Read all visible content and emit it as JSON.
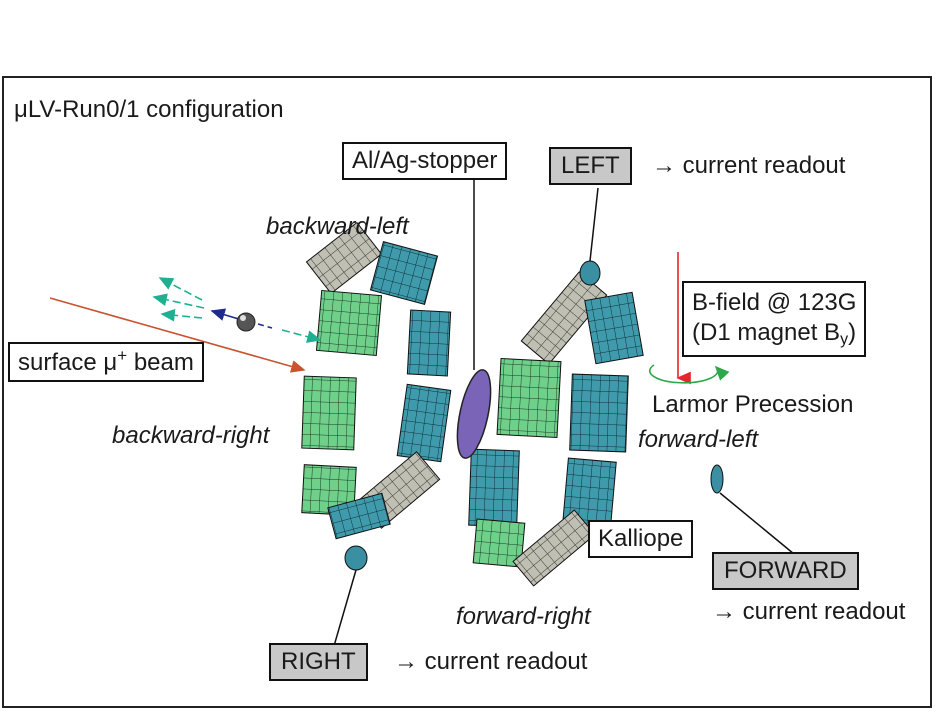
{
  "title": "μLV-Run0/1 configuration",
  "stopper_label": "Al/Ag-stopper",
  "beam": {
    "prefix": "surface μ",
    "sup": "+",
    "suffix": "beam"
  },
  "bfield": {
    "line1": "B-field @ 123G",
    "line2_prefix": "(D1 magnet B",
    "line2_sub": "y",
    "line2_suffix": ")"
  },
  "larmor": "Larmor Precession",
  "detector_groups": {
    "backward_left": "backward-left",
    "backward_right": "backward-right",
    "forward_left": "forward-left",
    "forward_right": "forward-right"
  },
  "kalliope": "Kalliope",
  "counters": {
    "left": {
      "label": "LEFT",
      "readout": "current readout"
    },
    "right": {
      "label": "RIGHT",
      "readout": "current readout"
    },
    "forward": {
      "label": "FORWARD",
      "readout": "current readout"
    }
  },
  "readout_arrow": "→",
  "colors": {
    "frame": "#222222",
    "counter_box": "#c8c8c8",
    "beam_arrow": "#c8532f",
    "bfield_arrow": "#e8242b",
    "larmor_arrow": "#2aa84a",
    "stopper": "#7a64b8",
    "positron_arrows": "#1fb092",
    "muon_arrow": "#1e2a8c",
    "module_green": "#6fd08a",
    "module_teal": "#3f9bab",
    "module_grey": "#bfbfb4",
    "counter_disc": "#3b8fa2"
  }
}
